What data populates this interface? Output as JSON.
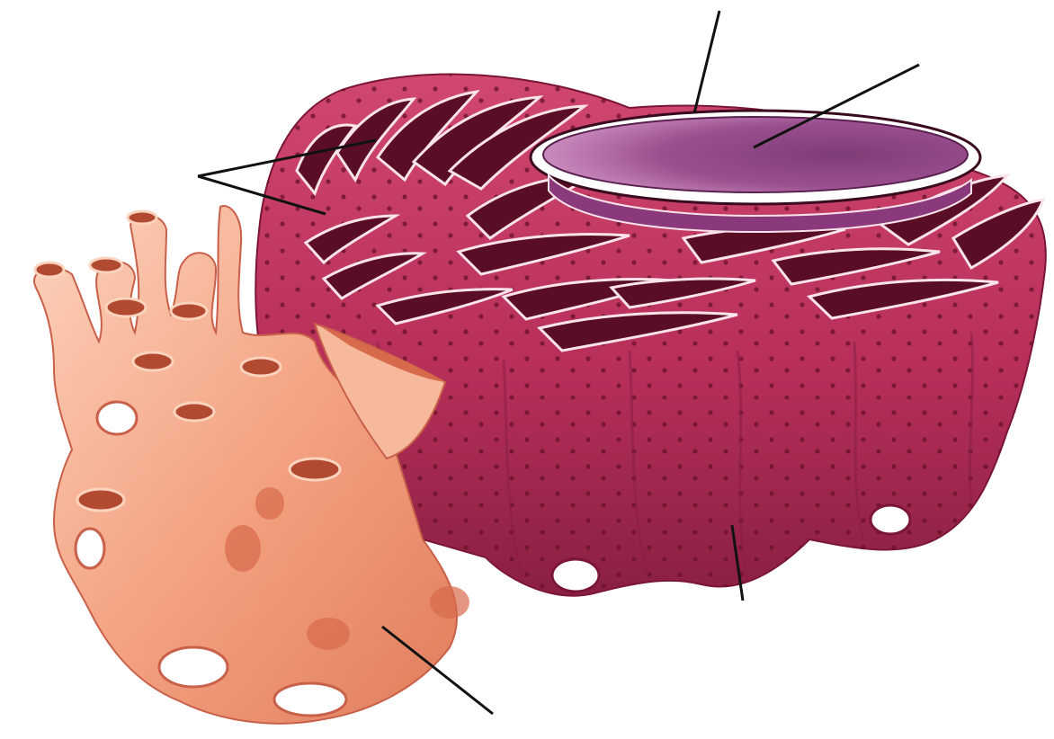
{
  "diagram": {
    "labels": [],
    "leader_lines": [
      {
        "name": "nuclear-envelope-leader-line"
      },
      {
        "name": "nucleus-leader-line"
      },
      {
        "name": "er-lumen-leader-line-upper"
      },
      {
        "name": "er-lumen-leader-line-lower"
      },
      {
        "name": "ribosome-leader-line"
      },
      {
        "name": "smooth-er-leader-line"
      }
    ],
    "colors": {
      "rough_er": "#b8305a",
      "rough_er_dark": "#7a1535",
      "rough_er_light": "#e06a8c",
      "smooth_er": "#f4a484",
      "smooth_er_light": "#fcd3bd",
      "smooth_er_dark": "#d86a4c",
      "nucleus": "#9a4f8e",
      "nucleus_light": "#c98bbd",
      "ribosome": "#6a1028",
      "leader_line": "#111111"
    }
  }
}
